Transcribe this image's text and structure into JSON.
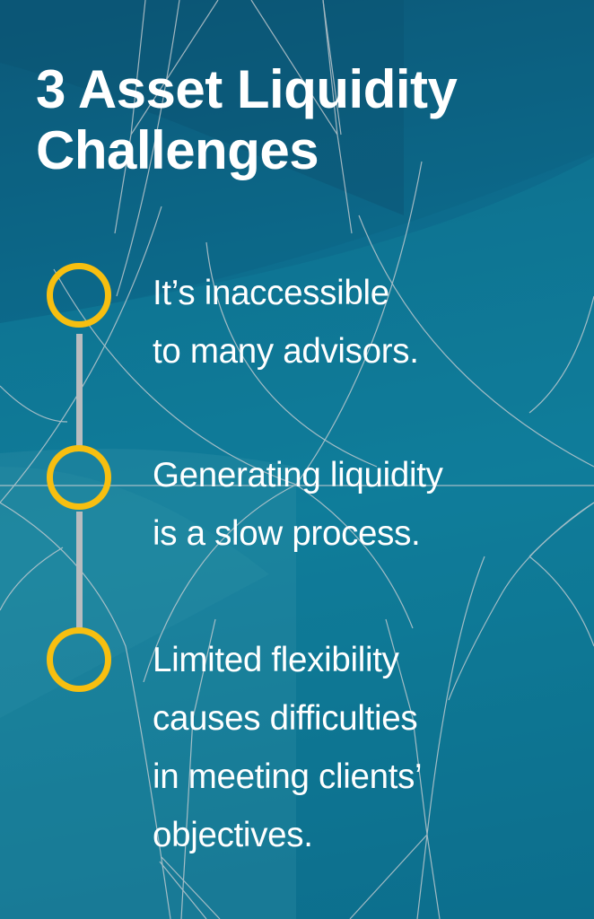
{
  "title": {
    "line1": "3 Asset Liquidity",
    "line2": "Challenges"
  },
  "colors": {
    "background_dark": "#0b5878",
    "background_mid": "#0f7a99",
    "ring": "#f7bf10",
    "connector": "#b9bcbf",
    "text": "#ffffff",
    "pattern_lines": "#c8ced2"
  },
  "challenges": [
    {
      "icon": "ring-marker-icon",
      "lines": [
        "It’s inaccessible",
        "to many advisors."
      ]
    },
    {
      "icon": "ring-marker-icon",
      "lines": [
        "Generating liquidity",
        "is a slow process."
      ]
    },
    {
      "icon": "ring-marker-icon",
      "lines": [
        "Limited flexibility",
        "causes difficulties",
        "in meeting clients’",
        "objectives."
      ]
    }
  ]
}
